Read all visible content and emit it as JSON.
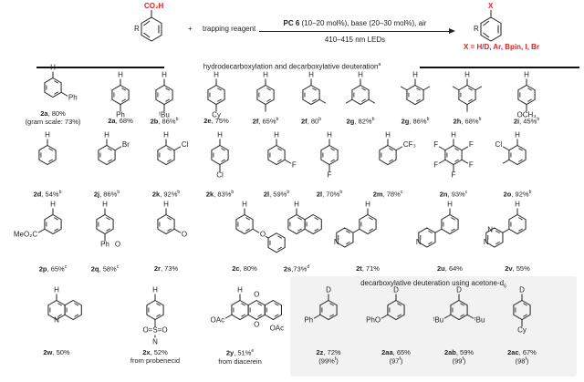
{
  "header": {
    "reactant_group": "CO₂H",
    "r_label": "R",
    "plus": "+",
    "trapping": "trapping reagent",
    "cond_catalyst": "PC 6",
    "cond_rest": " (10–20 mol%), base (20–30 mol%), air",
    "cond_light": "410–415 nm LEDs",
    "product_group": "X",
    "x_definition": "X = H/D, Ar, Bpin, I, Br",
    "accent_color": "#e02020"
  },
  "section_title": "hydrodecarboxylation and decarboxylative deuteration",
  "section_note": "a",
  "deuteration_box": {
    "title": "decarboxylative deuteration using acetone-d",
    "title_sub": "6"
  },
  "rows": [
    [
      {
        "id": "2a",
        "yield": ", 80%",
        "note": "",
        "top": "H",
        "subs": [
          {
            "pos": "meta",
            "text": "Ph"
          }
        ],
        "extra": "(gram scale: 73%)"
      },
      {
        "id": "2a",
        "yield": ", 68%",
        "note": "",
        "top": "H",
        "subs": [
          {
            "pos": "para",
            "text": "Ph"
          }
        ]
      },
      {
        "id": "2b",
        "yield": ", 86%",
        "note": "b",
        "top": "H",
        "subs": [
          {
            "pos": "para",
            "text": "ᵗBu"
          }
        ]
      },
      {
        "id": "2e",
        "yield": ", 75%",
        "note": "",
        "top": "H",
        "subs": [
          {
            "pos": "para",
            "text": "Cy"
          }
        ]
      },
      {
        "id": "2f",
        "yield": ", 65%",
        "note": "b",
        "top": "H",
        "subs": [
          {
            "pos": "para"
          }
        ]
      },
      {
        "id": "2f",
        "yield": ", 80",
        "note": "b",
        "top": "H",
        "subs": [
          {
            "pos": "meta"
          }
        ]
      },
      {
        "id": "2g",
        "yield": ", 82%",
        "note": "b",
        "top": "H",
        "subs": [
          {
            "pos": "meta"
          },
          {
            "pos": "meta2"
          }
        ]
      },
      {
        "id": "2g",
        "yield": ", 86%",
        "note": "b",
        "top": "H",
        "subs": [
          {
            "pos": "ortho"
          },
          {
            "pos": "ortho2"
          }
        ]
      },
      {
        "id": "2h",
        "yield": ", 68%",
        "note": "b",
        "top": "H",
        "subs": [
          {
            "pos": "ortho"
          },
          {
            "pos": "ortho2"
          },
          {
            "pos": "para"
          }
        ]
      },
      {
        "id": "2i",
        "yield": ", 45%",
        "note": "b",
        "top": "H",
        "subs": [
          {
            "pos": "para",
            "text": "OCH₃"
          }
        ]
      }
    ],
    [
      {
        "id": "2d",
        "yield": ", 54%",
        "note": "b",
        "top": "H",
        "subs": []
      },
      {
        "id": "2j",
        "yield": ", 86%",
        "note": "b",
        "top": "H",
        "subs": [
          {
            "pos": "ortho",
            "text": "Br"
          }
        ]
      },
      {
        "id": "2k",
        "yield": ", 92%",
        "note": "b",
        "top": "H",
        "subs": [
          {
            "pos": "ortho",
            "text": "Cl"
          }
        ]
      },
      {
        "id": "2k",
        "yield": ", 83%",
        "note": "b",
        "top": "H",
        "subs": [
          {
            "pos": "para",
            "text": "Cl"
          }
        ]
      },
      {
        "id": "2l",
        "yield": ", 59%",
        "note": "b",
        "top": "H",
        "subs": [
          {
            "pos": "meta",
            "text": "F"
          }
        ]
      },
      {
        "id": "2l",
        "yield": ", 70%",
        "note": "b",
        "top": "H",
        "subs": [
          {
            "pos": "para",
            "text": "F"
          }
        ]
      },
      {
        "id": "2m",
        "yield": ", 78%",
        "note": "c",
        "top": "H",
        "subs": [
          {
            "pos": "ortho",
            "text": "CF₃"
          }
        ]
      },
      {
        "id": "2n",
        "yield": ", 93%",
        "note": "c",
        "top": "H",
        "subs": [
          {
            "pos": "ortho",
            "text": "F"
          },
          {
            "pos": "ortho2",
            "text": "F"
          },
          {
            "pos": "meta",
            "text": "F"
          },
          {
            "pos": "meta2",
            "text": "F"
          },
          {
            "pos": "para",
            "text": "F"
          }
        ]
      },
      {
        "id": "2o",
        "yield": ", 92%",
        "note": "b",
        "top": "H",
        "subs": [
          {
            "pos": "ortho2",
            "text": "Cl"
          },
          {
            "pos": "meta2"
          }
        ]
      }
    ],
    [
      {
        "id": "2p",
        "yield": ", 65%",
        "note": "c",
        "top": "H",
        "subs": [
          {
            "pos": "meta2",
            "text": "MeO₂C"
          }
        ]
      },
      {
        "id": "2q",
        "yield": ", 58%",
        "note": "c",
        "top": "H",
        "subs": [
          {
            "pos": "para",
            "text": "Ph",
            "text2": "O"
          }
        ]
      },
      {
        "id": "2r",
        "yield": ", 73%",
        "note": "",
        "top": "H",
        "subs": [
          {
            "pos": "meta",
            "text": "O"
          }
        ]
      },
      {
        "id": "2c",
        "yield": ", 80%",
        "note": "",
        "top": "H",
        "subs": [
          {
            "pos": "meta",
            "text": "O",
            "ring": true
          }
        ]
      },
      {
        "id": "2s",
        "yield": ",73%",
        "note": "d",
        "top": "H",
        "subs": [],
        "fused": 1
      },
      {
        "id": "2t",
        "yield": ", 71%",
        "note": "",
        "top": "H",
        "subs": [
          {
            "pos": "meta2",
            "ring": true,
            "ring_atom": "N"
          }
        ]
      },
      {
        "id": "2u",
        "yield": ", 64%",
        "note": "",
        "top": "H",
        "subs": [
          {
            "pos": "meta2",
            "ring": true,
            "ring_atom": "N"
          }
        ]
      },
      {
        "id": "2v",
        "yield": ", 55%",
        "note": "",
        "top": "H",
        "subs": [
          {
            "pos": "meta2",
            "ring": true,
            "ring_atom": "N",
            "ring_atom2": "N"
          }
        ]
      }
    ],
    [
      {
        "id": "2w",
        "yield": ", 50%",
        "note": "",
        "top": "H",
        "subs": [],
        "fused": 1,
        "fused_atom": "N"
      },
      {
        "id": "2x",
        "yield": ", 52%",
        "note": "",
        "top": "H",
        "subs": [
          {
            "pos": "para",
            "text": "O=S=O",
            "text2": "N"
          }
        ],
        "extra": "from probenecid"
      },
      {
        "id": "2y",
        "yield": ", 51%",
        "note": "e",
        "top": "H",
        "subs": [
          {
            "pos": "meta",
            "text": "OAc"
          }
        ],
        "fused": 2,
        "fused_labels": [
          "O",
          "O",
          "OAc"
        ],
        "extra": "from diacerein"
      },
      {
        "id": "2z",
        "yield": ", 72%",
        "note": "",
        "top": "D",
        "subs": [
          {
            "pos": "meta2",
            "text": "Ph"
          }
        ],
        "extra": "(99%",
        "extra_note": "f",
        "extra_end": ")"
      },
      {
        "id": "2aa",
        "yield": ", 65%",
        "note": "",
        "top": "D",
        "subs": [
          {
            "pos": "meta2",
            "text": "PhO"
          }
        ],
        "extra": "(97",
        "extra_note": "f",
        "extra_end": ")"
      },
      {
        "id": "2ab",
        "yield": ", 59%",
        "note": "",
        "top": "D",
        "subs": [
          {
            "pos": "meta",
            "text": "ᵗBu"
          },
          {
            "pos": "meta2",
            "text": "ᵗBu"
          }
        ],
        "extra": "(99",
        "extra_note": "f",
        "extra_end": ")"
      },
      {
        "id": "2ac",
        "yield": ", 67%",
        "note": "",
        "top": "D",
        "subs": [
          {
            "pos": "para",
            "text": "Cy"
          }
        ],
        "extra": "(98",
        "extra_note": "f",
        "extra_end": ")"
      }
    ]
  ]
}
